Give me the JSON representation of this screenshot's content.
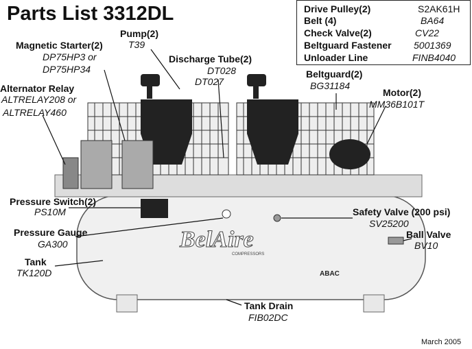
{
  "title": "Parts List 3312DL",
  "table": [
    {
      "name": "Drive Pulley(2)",
      "part": "S2AK61H"
    },
    {
      "name": "Belt (4)",
      "part": "BA64"
    },
    {
      "name": "Check Valve(2)",
      "part": "CV22"
    },
    {
      "name": "Beltguard Fastener",
      "part": "5001369"
    },
    {
      "name": "Unloader Line",
      "part": "FINB4040"
    }
  ],
  "labels": {
    "pump": {
      "name": "Pump(2)",
      "part": "T39"
    },
    "starter": {
      "name": "Magnetic Starter(2)",
      "part1": "DP75HP3 or",
      "part2": "DP75HP34"
    },
    "discharge": {
      "name": "Discharge Tube(2)",
      "part1": "DT028",
      "part2": "DT027"
    },
    "beltguard": {
      "name": "Beltguard(2)",
      "part": "BG31184"
    },
    "motor": {
      "name": "Motor(2)",
      "part": "MM36B101T"
    },
    "relay": {
      "name": "Alternator Relay",
      "part1": "ALTRELAY208 or",
      "part2": "ALTRELAY460"
    },
    "pswitch": {
      "name": "Pressure Switch(2)",
      "part": "PS10M"
    },
    "gauge": {
      "name": "Pressure Gauge",
      "part": "GA300"
    },
    "tank": {
      "name": "Tank",
      "part": "TK120D"
    },
    "safety": {
      "name": "Safety Valve (200 psi)",
      "part": "SV25200"
    },
    "ball": {
      "name": "Ball Valve",
      "part": "BV10"
    },
    "drain": {
      "name": "Tank Drain",
      "part": "FIB02DC"
    }
  },
  "logo": "BelAire",
  "logo_sub": "COMPRESSORS",
  "brand": "ABAC",
  "date": "March 2005"
}
